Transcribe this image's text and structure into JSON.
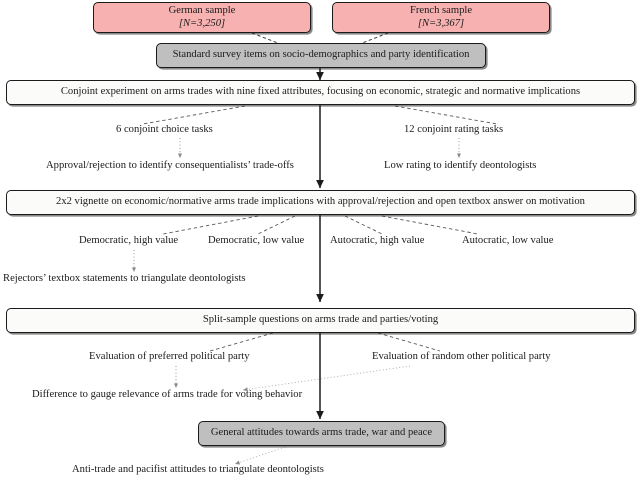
{
  "figure": {
    "type": "flowchart",
    "orientation": "top-to-bottom",
    "description": "Survey research design flowchart for a study on arms trade attitudes"
  },
  "colors": {
    "sample_box_fill": "#f7b1b1",
    "stage_box_fill": "#bfbfbf",
    "main_box_fill": "#fbfbfa",
    "border": "#1b1b1b",
    "text": "#1a1a1a"
  },
  "samples": [
    {
      "name": "German sample",
      "n_label": "[N=3,250]"
    },
    {
      "name": "French sample",
      "n_label": "[N=3,367]"
    }
  ],
  "stages": {
    "standard_survey": "Standard survey items on socio-demographics and party identification",
    "conjoint": "Conjoint experiment on arms trades with nine fixed attributes, focusing on economic, strategic and normative implications",
    "vignette": "2x2 vignette on economic/normative arms trade implications with approval/rejection and open textbox answer on motivation",
    "split_sample": "Split-sample questions on arms trade and parties/voting",
    "general_attitudes": "General attitudes towards arms trade, war and peace"
  },
  "conjoint_branches": {
    "left_task": "6 conjoint choice tasks",
    "left_outcome": "Approval/rejection to identify consequentialists’ trade-offs",
    "right_task": "12 conjoint rating tasks",
    "right_outcome": "Low rating to identify deontologists"
  },
  "vignette_conditions": [
    "Democratic, high value",
    "Democratic, low value",
    "Autocratic, high value",
    "Autocratic, low value"
  ],
  "vignette_outcome": "Rejectors’ textbox statements to triangulate deontologists",
  "split_sample_branches": {
    "left": "Evaluation of preferred political party",
    "right": "Evaluation of random other political party",
    "outcome": "Difference to gauge relevance of arms trade for voting behavior"
  },
  "general_attitudes_outcome": "Anti-trade and pacifist attitudes to triangulate deontologists"
}
